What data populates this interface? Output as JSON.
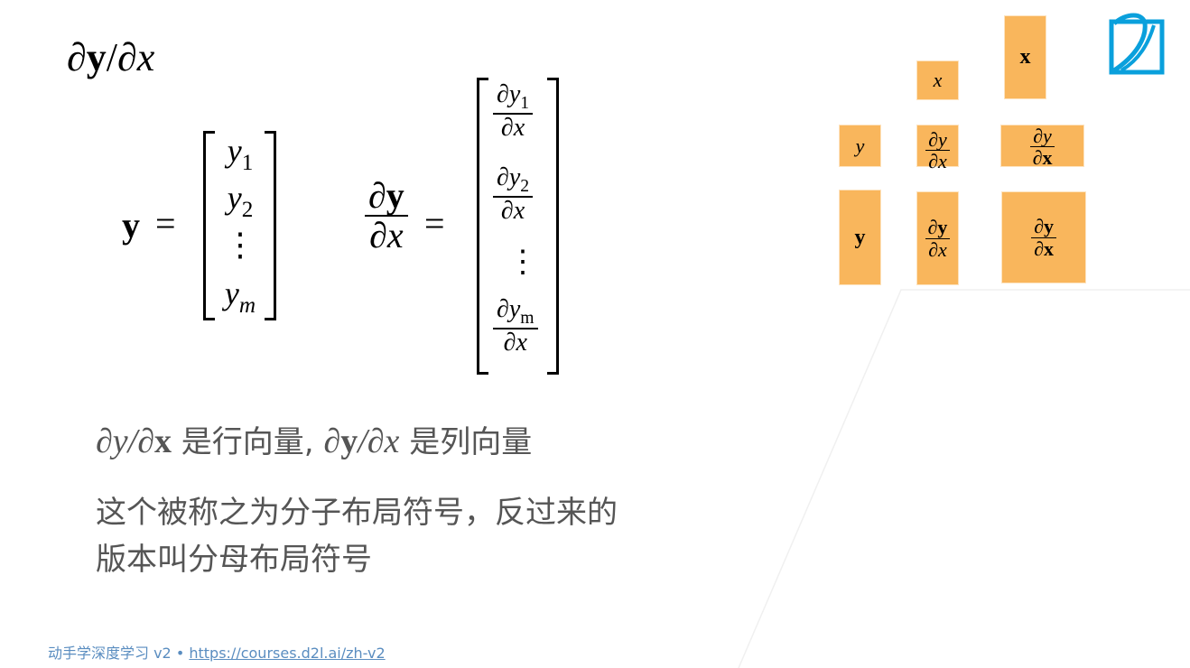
{
  "slide": {
    "title": {
      "partial1": "∂",
      "bold": "y",
      "slash": "/",
      "partial2": "∂",
      "var": "x"
    },
    "eq1": {
      "lhs": "y",
      "equals": "=",
      "items": [
        "y",
        "y",
        "⋮",
        "y"
      ],
      "subs": [
        "1",
        "2",
        "",
        "m"
      ]
    },
    "eq2": {
      "lhs_num": "∂y",
      "lhs_den": "∂x",
      "equals": "=",
      "items": [
        {
          "num": "∂y",
          "sub": "1",
          "den": "∂x"
        },
        {
          "num": "∂y",
          "sub": "2",
          "den": "∂x"
        },
        {
          "dots": "⋮"
        },
        {
          "num": "∂y",
          "sub": "m",
          "den": "∂x"
        }
      ]
    },
    "grid": {
      "col_headers": [
        "x",
        "x"
      ],
      "row_headers": [
        "y",
        "y"
      ],
      "cells": [
        {
          "num": "∂y",
          "den": "∂x"
        },
        {
          "num": "∂y",
          "den": "∂x"
        },
        {
          "num": "∂y",
          "den": "∂x"
        },
        {
          "num": "∂y",
          "den": "∂x"
        }
      ],
      "color": "#f9b65c"
    },
    "text": {
      "line1_math1": "∂y/∂",
      "line1_math1_bold": "x",
      "line1_cn1": " 是行向量, ",
      "line1_math2_a": "∂",
      "line1_math2_bold": "y",
      "line1_math2_b": "/∂x",
      "line1_cn2": " 是列向量",
      "line2": "这个被称之为分子布局符号，反过来的",
      "line3": "版本叫分母布局符号"
    },
    "footer": {
      "label": "动手学深度学习 v2 • ",
      "link": "https://courses.d2l.ai/zh-v2"
    },
    "logo": {
      "icon": "d2l-logo-icon",
      "color": "#0aa0dc"
    }
  }
}
